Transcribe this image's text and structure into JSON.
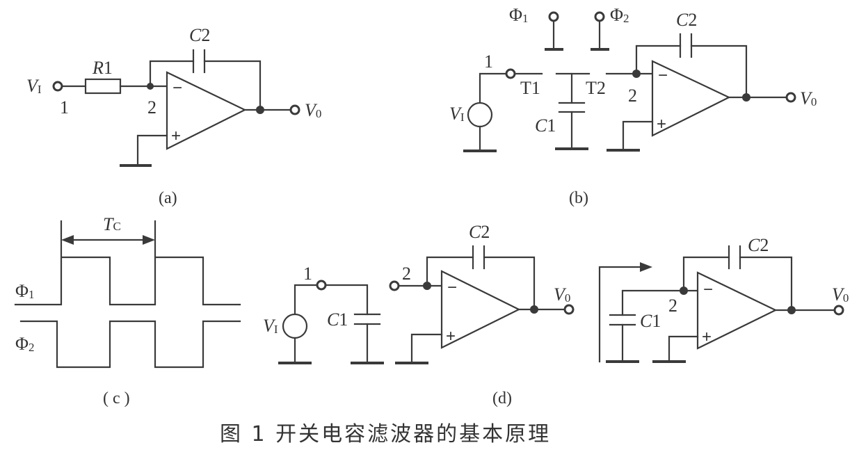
{
  "diagram": {
    "title": "图 1  开关电容滤波器的基本原理",
    "panel_a": {
      "caption": "(a)",
      "vin_main": "V",
      "vin_sub": "I",
      "vout_main": "V",
      "vout_sub": "0",
      "resistor_main": "R",
      "resistor_sub": "1",
      "cap_main": "C",
      "cap_sub": "2",
      "node1": "1",
      "node2": "2",
      "minus": "−",
      "plus": "+"
    },
    "panel_b": {
      "caption": "(b)",
      "phi1_main": "Φ",
      "phi1_sub": "1",
      "phi2_main": "Φ",
      "phi2_sub": "2",
      "vin_main": "V",
      "vin_sub": "I",
      "vout_main": "V",
      "vout_sub": "0",
      "c1_main": "C",
      "c1_sub": "1",
      "c2_main": "C",
      "c2_sub": "2",
      "t1": "T1",
      "t2": "T2",
      "node1": "1",
      "node2": "2",
      "minus": "−",
      "plus": "+"
    },
    "panel_c": {
      "caption": "( c )",
      "period_main": "T",
      "period_sub": "C",
      "phi1_main": "Φ",
      "phi1_sub": "1",
      "phi2_main": "Φ",
      "phi2_sub": "2"
    },
    "panel_d": {
      "caption": "(d)",
      "vin_main": "V",
      "vin_sub": "I",
      "c1_main": "C",
      "c1_sub": "1",
      "c2_main": "C",
      "c2_sub": "2",
      "vout_main": "V",
      "vout_sub": "0",
      "node1": "1",
      "node2": "2",
      "minus": "−",
      "plus": "+",
      "right_c1_main": "C",
      "right_c1_sub": "1",
      "right_node2": "2",
      "right_c2_main": "C",
      "right_c2_sub": "2",
      "right_vout_main": "V",
      "right_vout_sub": "0",
      "right_minus": "−",
      "right_plus": "+"
    }
  }
}
